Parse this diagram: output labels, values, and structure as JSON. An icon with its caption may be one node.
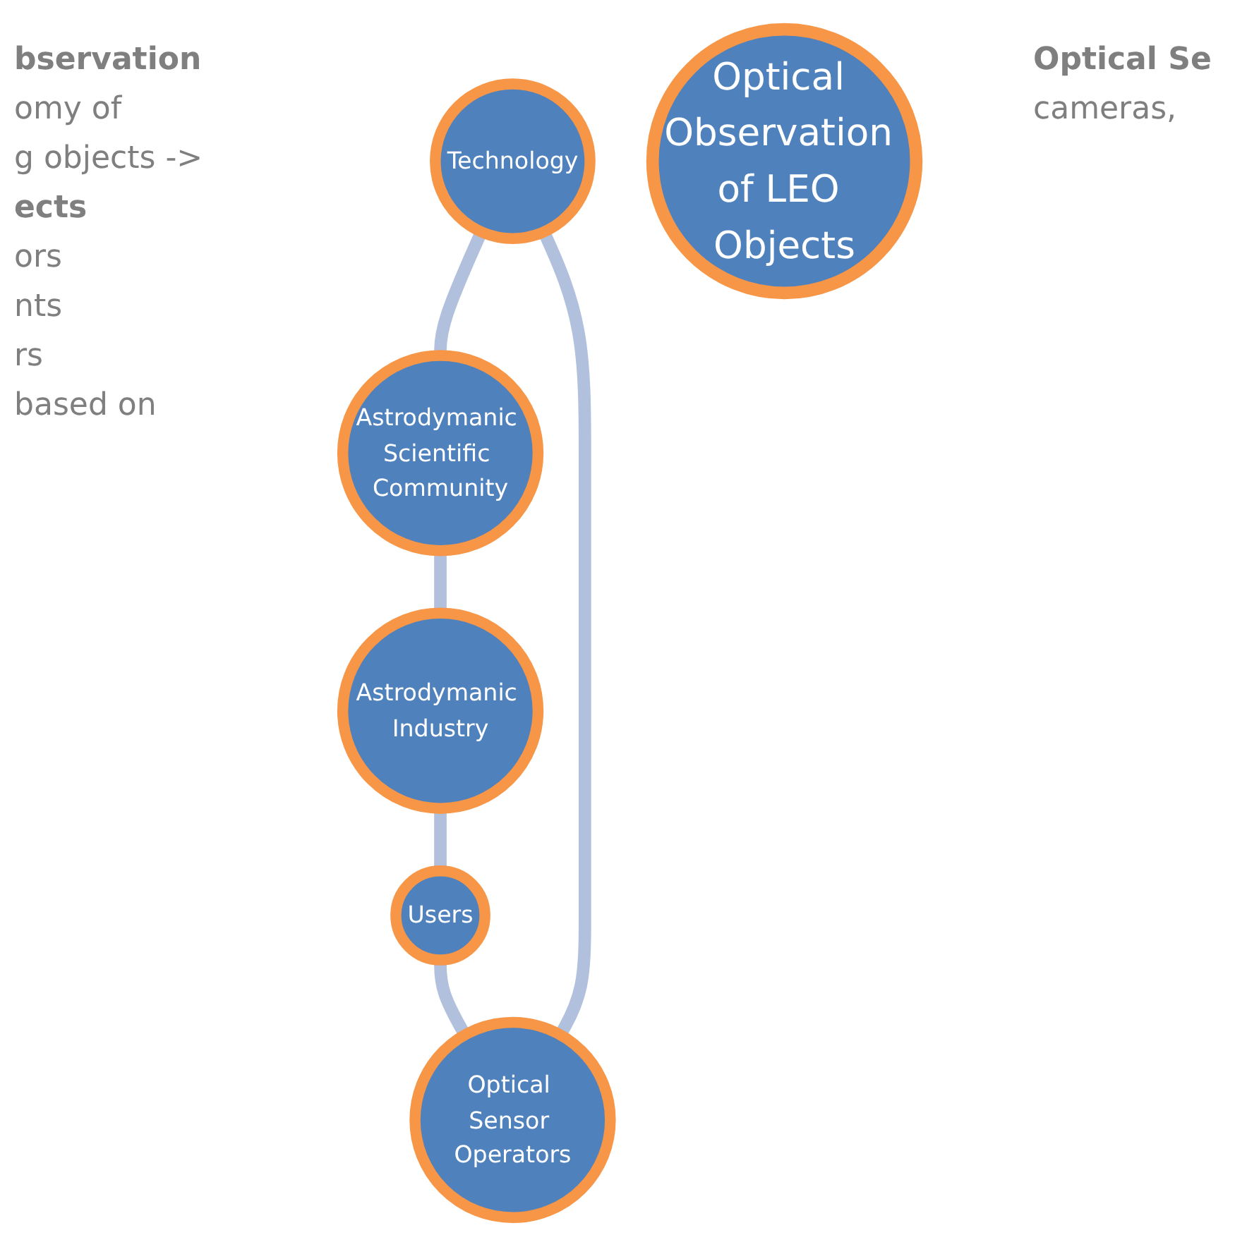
{
  "diagram": {
    "nodes": [
      {
        "text": [
          "Technology"
        ]
      },
      {
        "text": [
          "Optical Sensor Operators"
        ]
      },
      {
        "text": [
          "Astrodymanic Scientific Community"
        ]
      },
      {
        "text": [
          "Optical Observation of LEO Objects"
        ]
      },
      {
        "text": [
          "Users"
        ]
      },
      {
        "text": [
          "Astrodymanic Industry"
        ]
      }
    ],
    "edges": [
      {
        "from": 0,
        "to": 2,
        "arrow": "none"
      },
      {
        "from": 2,
        "to": 5,
        "arrow": "none"
      },
      {
        "from": 5,
        "to": 4,
        "arrow": "none"
      },
      {
        "from": 4,
        "to": 1,
        "arrow": "none"
      },
      {
        "from": 1,
        "to": 0,
        "arrow": "none"
      }
    ],
    "labels": [
      "bservation",
      "Optical Se",
      "omy of",
      "cameras,",
      "g objects ->",
      "ects",
      "ors",
      "nts",
      "rs",
      "based on"
    ]
  }
}
